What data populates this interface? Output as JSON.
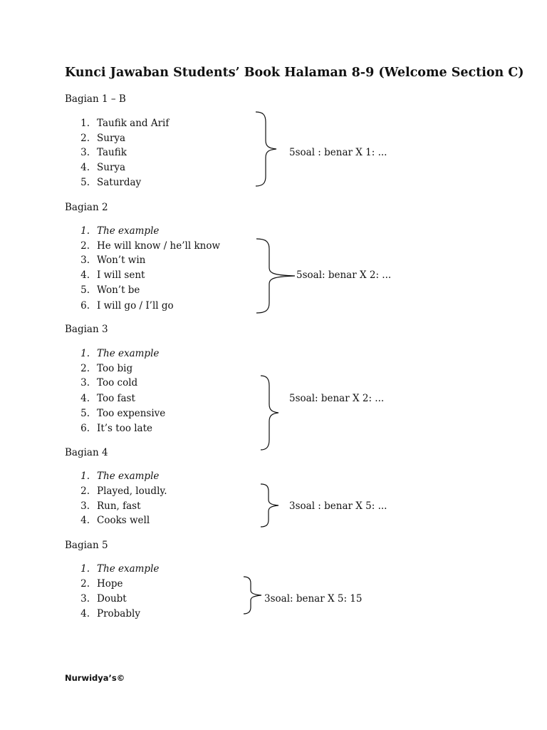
{
  "title": "Kunci Jawaban Students’ Book Halaman 8-9 (Welcome Section C)",
  "sections": [
    {
      "heading": "Bagian 1 – B",
      "items": [
        {
          "num": "1.",
          "text": "Taufik and Arif"
        },
        {
          "num": "2.",
          "text": "Surya"
        },
        {
          "num": "3.",
          "text": "Taufik"
        },
        {
          "num": "4.",
          "text": "Surya"
        },
        {
          "num": "5.",
          "text": "Saturday"
        }
      ],
      "score": "5soal  :  benar  X 1: ..."
    },
    {
      "heading": "Bagian 2",
      "items": [
        {
          "num": "1.",
          "text": "The example"
        },
        {
          "num": "2.",
          "text": "He will know / he’ll know"
        },
        {
          "num": "3.",
          "text": "Won’t win"
        },
        {
          "num": "4.",
          "text": "I will sent"
        },
        {
          "num": "5.",
          "text": "Won’t be"
        },
        {
          "num": "6.",
          "text": "I will go / I’ll go"
        }
      ],
      "score": "5soal: benar  X 2: ..."
    },
    {
      "heading": "Bagian 3",
      "items": [
        {
          "num": "1.",
          "text": "The example"
        },
        {
          "num": "2.",
          "text": "Too big"
        },
        {
          "num": "3.",
          "text": "Too cold"
        },
        {
          "num": "4.",
          "text": "Too fast"
        },
        {
          "num": "5.",
          "text": "Too expensive"
        },
        {
          "num": "6.",
          "text": "It’s too late"
        }
      ],
      "score": "5soal: benar X 2: ..."
    },
    {
      "heading": "Bagian 4",
      "items": [
        {
          "num": "1.",
          "text": "The example"
        },
        {
          "num": "2.",
          "text": "Played, loudly."
        },
        {
          "num": "3.",
          "text": "Run, fast"
        },
        {
          "num": "4.",
          "text": "Cooks well"
        }
      ],
      "score": "3soal : benar X 5: ..."
    },
    {
      "heading": "Bagian 5",
      "items": [
        {
          "num": "1.",
          "text": "The example"
        },
        {
          "num": "2.",
          "text": "Hope"
        },
        {
          "num": "3.",
          "text": "Doubt"
        },
        {
          "num": "4.",
          "text": "Probably"
        }
      ],
      "score": "3soal: benar X 5: 15"
    }
  ],
  "footer": "Nurwidya’s©"
}
